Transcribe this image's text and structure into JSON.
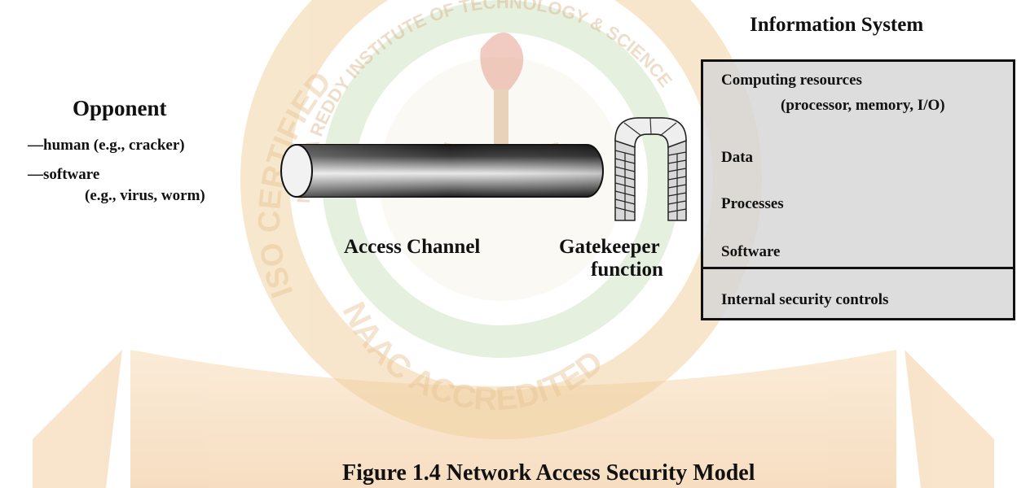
{
  "watermark": {
    "institution": "MALLA REDDY INSTITUTE OF TECHNOLOGY & SCIENCE",
    "left_text": "ISO CERTIFIED",
    "bottom_text": "NAAC ACCREDITED",
    "colors": {
      "gold": "#e9b36a",
      "green": "#8fbf7f",
      "red": "#e39b8f",
      "ribbon": "#f2c89a"
    }
  },
  "opponent": {
    "title": "Opponent",
    "items": [
      "—human (e.g., cracker)",
      "—software"
    ],
    "software_detail": "(e.g., virus, worm)"
  },
  "channel": {
    "label": "Access Channel"
  },
  "gatekeeper": {
    "label_line1": "Gatekeeper",
    "label_line2": "function"
  },
  "info_system": {
    "title": "Information System",
    "resources_line1": "Computing resources",
    "resources_line2": "(processor, memory, I/O)",
    "data": "Data",
    "processes": "Processes",
    "software": "Software",
    "internal": "Internal security controls"
  },
  "caption": "Figure 1.4 Network Access Security Model",
  "colors": {
    "box_fill": "#d6d6d6",
    "outline": "#111111",
    "pipe_dark": "#1a1a1a",
    "pipe_light": "#e8e8e8"
  }
}
